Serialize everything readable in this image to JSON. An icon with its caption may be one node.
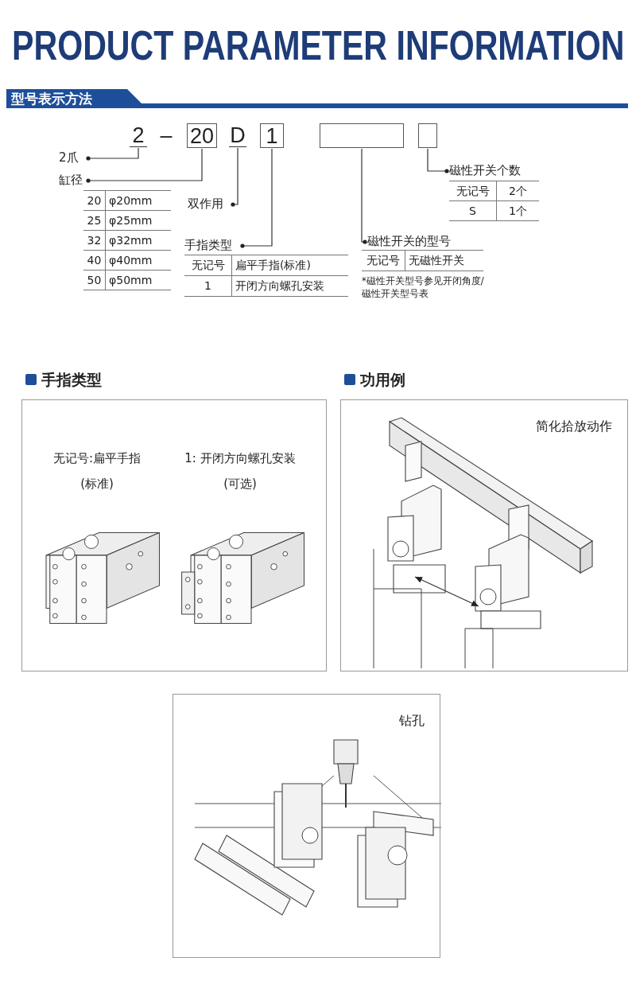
{
  "diagram": {
    "title": "PRODUCT PARAMETER INFORMATION",
    "nodes": [
      {
        "text": [
          "2"
        ]
      },
      {
        "text": [
          "20"
        ]
      },
      {
        "text": [
          "D"
        ]
      },
      {
        "text": [
          "1"
        ]
      },
      {
        "text": [],
        "shape": "box"
      },
      {
        "text": [],
        "shape": "box"
      },
      {
        "text": [
          "2爪"
        ]
      },
      {
        "text": [
          "缸径"
        ]
      },
      {
        "text": [
          "双作用"
        ]
      },
      {
        "text": [
          "手指类型"
        ]
      },
      {
        "text": [
          "磁性开关的型号"
        ]
      },
      {
        "text": [
          "磁性开关个数"
        ]
      },
      {
        "text": [
          "手指类型",
          "无记号:扁平手指(标准)",
          "1: 开闭方向螺孔安装(可选)"
        ]
      },
      {
        "text": [
          "功用例",
          "简化拾放动作"
        ]
      },
      {
        "text": [
          "钻孔"
        ]
      }
    ],
    "edges": [
      {
        "from": 0,
        "to": 6,
        "arrow": "other"
      },
      {
        "from": 1,
        "to": 7,
        "arrow": "other"
      },
      {
        "from": 2,
        "to": 8,
        "arrow": "other"
      },
      {
        "from": 3,
        "to": 9,
        "arrow": "other"
      },
      {
        "from": 4,
        "to": 10,
        "arrow": "other"
      },
      {
        "from": 5,
        "to": 11,
        "arrow": "other"
      }
    ],
    "labels": [
      "型号表示方法",
      "–",
      "无记号",
      "2个",
      "S",
      "1个",
      "20",
      "φ20mm",
      "25",
      "φ25mm",
      "32",
      "φ32mm",
      "40",
      "φ40mm",
      "50",
      "φ50mm",
      "无记号",
      "扁平手指(标准)",
      "1",
      "开闭方向螺孔安装",
      "无记号",
      "无磁性开关",
      "*磁性开关型号参见开闭角度/磁性开关型号表"
    ]
  }
}
